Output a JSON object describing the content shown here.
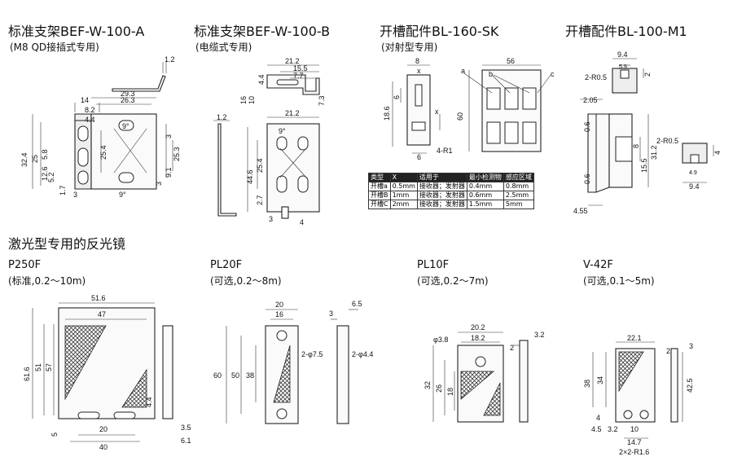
{
  "sections": {
    "bef_a": {
      "title": "标准支架BEF-W-100-A",
      "subtitle": "(M8 QD接插式专用)"
    },
    "bef_b": {
      "title": "标准支架BEF-W-100-B",
      "subtitle": "(电缆式专用)"
    },
    "bl160": {
      "title": "开槽配件BL-160-SK",
      "subtitle": "(对射型专用)"
    },
    "bl100": {
      "title": "开槽配件BL-100-M1",
      "subtitle": ""
    },
    "reflectors": {
      "title": "激光型专用的反光镜"
    },
    "p250f": {
      "title": "P250F",
      "subtitle": "(标准,0.2～10m)"
    },
    "pl20f": {
      "title": "PL20F",
      "subtitle": "(可选,0.2～8m)"
    },
    "pl10f": {
      "title": "PL10F",
      "subtitle": "(可选,0.2～7m)"
    },
    "v42f": {
      "title": "V-42F",
      "subtitle": "(可选,0.1～5m)"
    }
  },
  "slot_table": {
    "headers": [
      "类型",
      "X",
      "适用于",
      "最小检测物",
      "感应区域"
    ],
    "rows": [
      [
        "开槽a",
        "0.5mm",
        "接收器；发射器",
        "0.4mm",
        "0.8mm"
      ],
      [
        "开槽B",
        "1mm",
        "接收器；发射器",
        "0.6mm",
        "2.5mm"
      ],
      [
        "开槽C",
        "2mm",
        "接收器；发射器",
        "1.5mm",
        "5mm"
      ]
    ]
  },
  "dimensions": {
    "bef_a": [
      "1.2",
      "14",
      "8.2",
      "4.4",
      "29.3",
      "26.3",
      "9°",
      "32.4",
      "25",
      "5.8",
      "12.6",
      "5.2",
      "1.7",
      "3",
      "25.4",
      "9°",
      "3",
      "25.3",
      "9.1",
      "3"
    ],
    "bef_b": [
      "21.2",
      "15.5",
      "7.7",
      "4.4",
      "16",
      "10",
      "7.3",
      "1.2",
      "21.2",
      "9°",
      "25.4",
      "44.6",
      "2.7",
      "3",
      "4"
    ],
    "bl160": [
      "8",
      "x",
      "56",
      "a",
      "b",
      "c",
      "18.6",
      "6",
      "x",
      "60",
      "6",
      "4-R1"
    ],
    "bl100": [
      "9.4",
      "5.9",
      "2",
      "2-R0.5",
      "2.05",
      "0.6",
      "8",
      "31.2",
      "15.5",
      "0.6",
      "2-R0.5",
      "4",
      "4.9",
      "9.4",
      "4.55"
    ],
    "p250f": [
      "51.6",
      "47",
      "61.6",
      "51",
      "57",
      "4.4",
      "20",
      "40",
      "5",
      "3.5",
      "6.1"
    ],
    "pl20f": [
      "20",
      "16",
      "60",
      "50",
      "38",
      "2-φ7.5",
      "3",
      "6.5",
      "2-φ4.4"
    ],
    "pl10f": [
      "20.2",
      "18.2",
      "φ3.8",
      "32",
      "26",
      "18",
      "2",
      "3.2"
    ],
    "v42f": [
      "22.1",
      "38",
      "34",
      "2",
      "3",
      "42.5",
      "4",
      "4.5",
      "3.2",
      "10",
      "14.7",
      "2×2-R1.6"
    ]
  }
}
